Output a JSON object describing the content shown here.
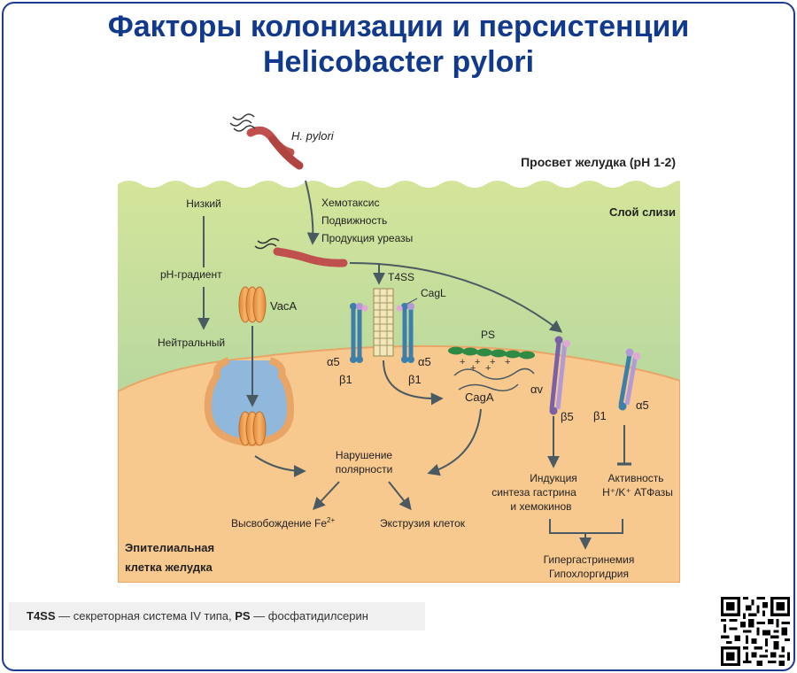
{
  "title": {
    "line1": "Факторы колонизации и персистенции",
    "line2": "Helicobacter pylori"
  },
  "diagram": {
    "bacterium_label": "H. pylori",
    "lumen_label": "Просвет желудка (pH 1-2)",
    "mucus_label": "Слой слизи",
    "motility": [
      "Хемотаксис",
      "Подвижность",
      "Продукция уреазы"
    ],
    "ph_low": "Низкий",
    "ph_gradient": "pH-градиент",
    "ph_neutral": "Нейтральный",
    "vaca": "VacA",
    "t4ss": "T4SS",
    "cagl": "CagL",
    "ps": "PS",
    "alpha5": "α5",
    "beta1": "β1",
    "alphav": "αv",
    "beta5": "β5",
    "caga": "CagA",
    "polarity": [
      "Нарушение",
      "полярности"
    ],
    "iron_release": "Высвобождение Fe",
    "iron_charge": "2+",
    "extrusion": "Экструзия клеток",
    "induction": [
      "Индукция",
      "синтеза гастрина",
      "и хемокинов"
    ],
    "activity": [
      "Активность",
      "H⁺/K⁺ АТФазы"
    ],
    "outcome": [
      "Гипергастринемия",
      "Гипохлоргидрия"
    ],
    "epithelial": [
      "Эпителиальная",
      "клетка желудка"
    ],
    "colors": {
      "mucus_top": "#cfe28f",
      "mucus_bottom": "#8fc3c9",
      "cell": "#f8c98f",
      "bacterium": "#c0504d",
      "arrow": "#4a5a62"
    }
  },
  "footnote": {
    "t4ss_abbr": "T4SS",
    "t4ss_def": " — секреторная система IV типа, ",
    "ps_abbr": "PS",
    "ps_def": " — фосфатидилсерин"
  },
  "qr_icon": "qr-code-icon"
}
